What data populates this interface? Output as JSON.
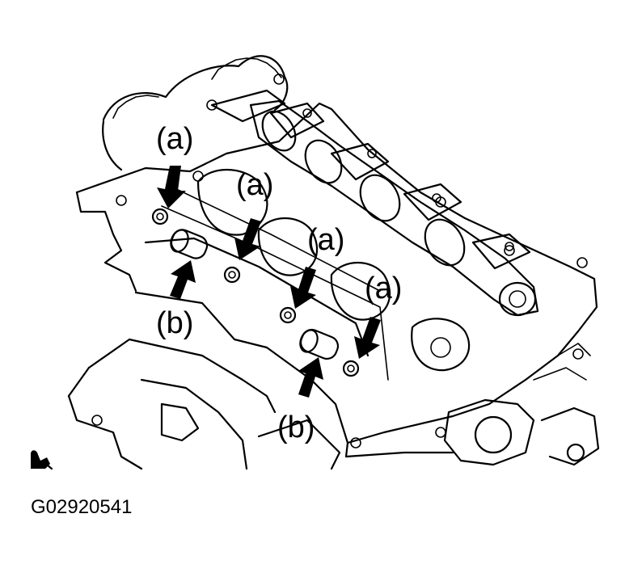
{
  "diagram": {
    "callouts": {
      "a1": "(a)",
      "a2": "(a)",
      "a3": "(a)",
      "a4": "(a)",
      "b1": "(b)",
      "b2": "(b)"
    },
    "figure_code": "G02920541",
    "icons": [
      "service-note-icon",
      "arrow-icon"
    ]
  }
}
